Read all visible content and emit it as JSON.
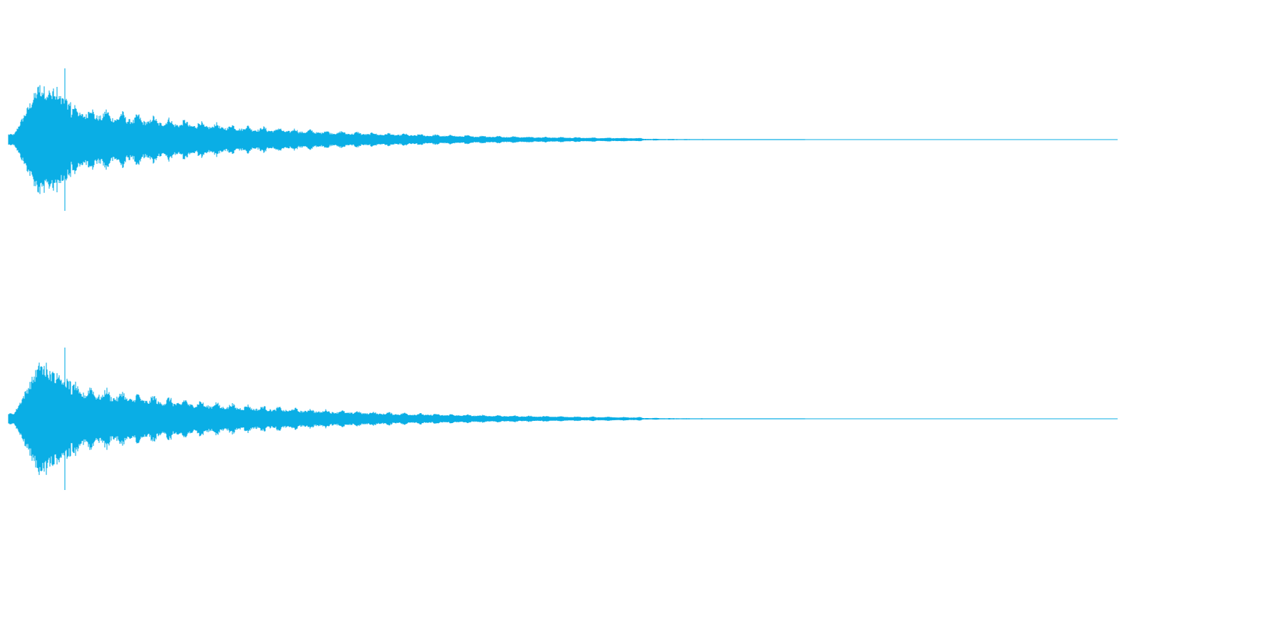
{
  "waveform": {
    "color": "#0aaee5",
    "channels": [
      {
        "name": "",
        "attack_peak": 1.0,
        "decay": "exponential"
      },
      {
        "name": "",
        "attack_peak": 1.0,
        "decay": "exponential"
      }
    ]
  }
}
